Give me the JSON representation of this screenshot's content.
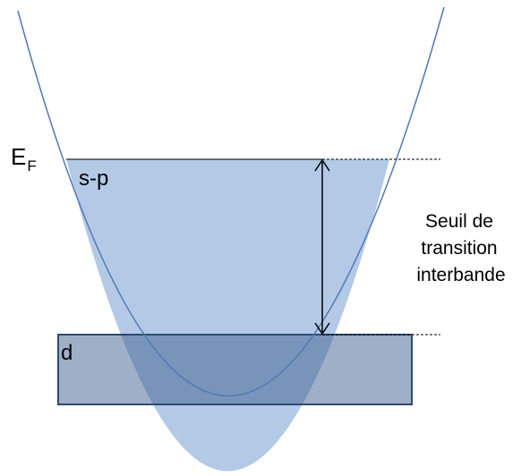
{
  "labels": {
    "fermi_main": "E",
    "fermi_sub": "F",
    "sp_band": "s-p",
    "d_band": "d",
    "threshold_line1": "Seuil de",
    "threshold_line2": "transition",
    "threshold_line3": "interbande"
  },
  "colors": {
    "parabola_stroke": "#4F79B5",
    "filled_region": "#AFC6E5",
    "d_band_fill": "#7F93B1",
    "d_band_stroke": "#2E4A74",
    "text": "#000000"
  }
}
